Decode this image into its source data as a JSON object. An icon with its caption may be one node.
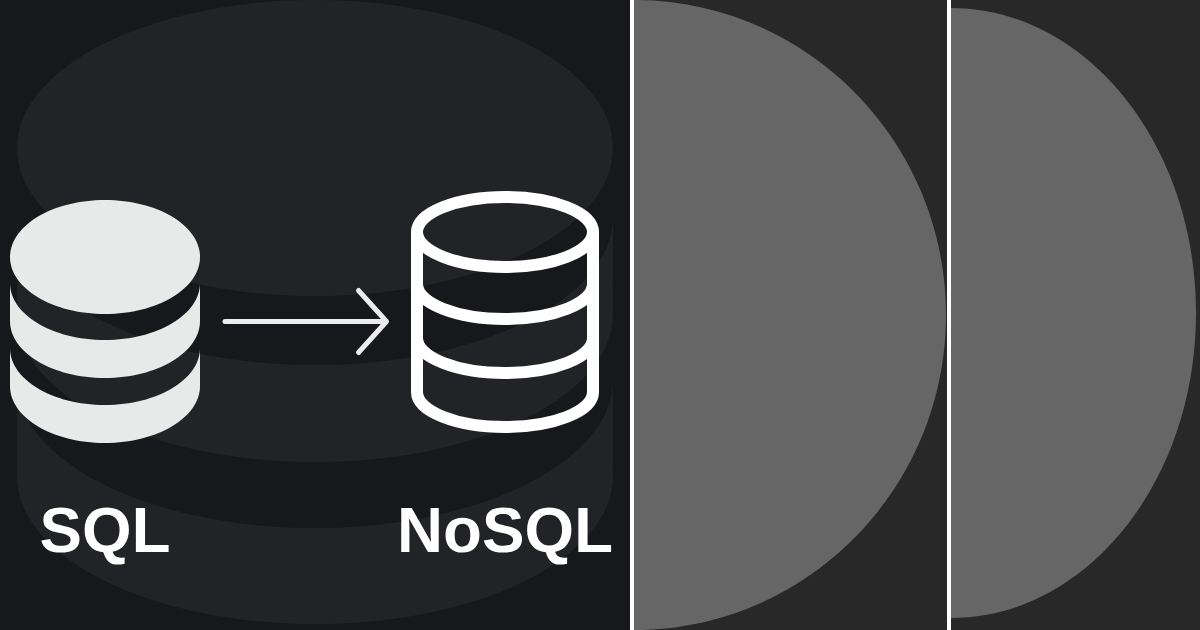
{
  "diagram": {
    "nodes": [
      {
        "text": [
          "SQL"
        ]
      },
      {
        "text": [
          "NoSQL"
        ]
      }
    ],
    "edges": [
      {
        "from": 0,
        "to": 1,
        "arrow": "to"
      }
    ]
  }
}
